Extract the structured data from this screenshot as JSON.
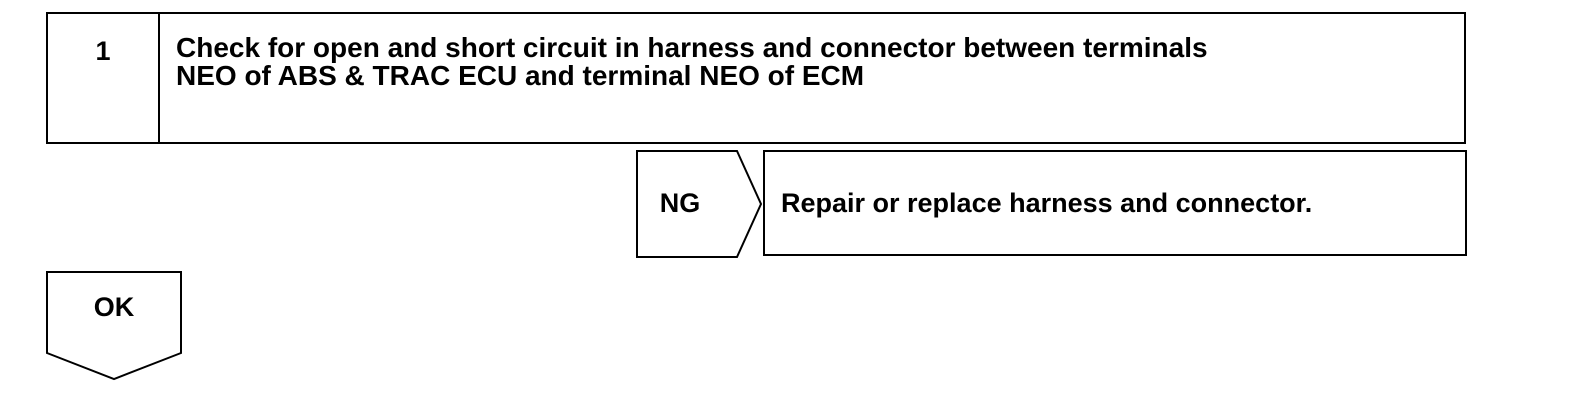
{
  "step": {
    "number": "1",
    "line1": "Check for open and short circuit in harness and connector between terminals",
    "line2": "NEO of ABS & TRAC ECU and terminal NEO of ECM"
  },
  "ng_branch": {
    "label": "NG",
    "result": "Repair or replace harness and connector."
  },
  "ok_branch": {
    "label": "OK"
  }
}
